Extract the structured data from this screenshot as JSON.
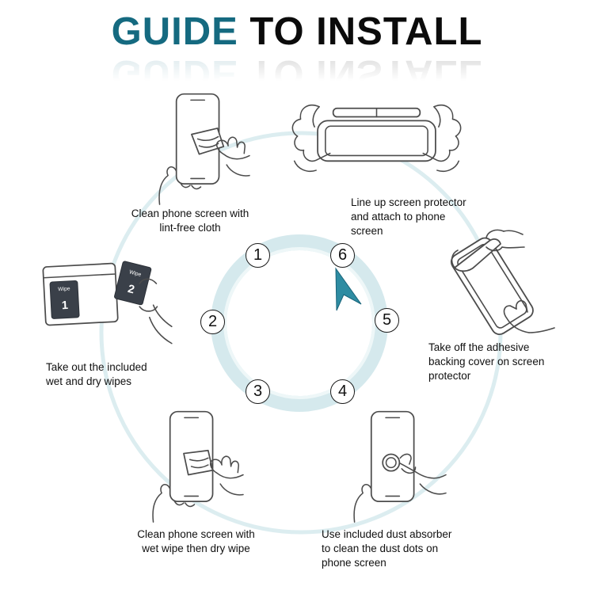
{
  "title": {
    "accent": "GUIDE",
    "rest": " TO INSTALL"
  },
  "colors": {
    "accent_teal": "#156a80",
    "arrow_teal": "#2e8ca2",
    "ring_teal": "#d5e9ed",
    "text": "#101010",
    "packet_dark": "#3a4049"
  },
  "steps": [
    {
      "number": "1",
      "caption": "Clean phone screen with\nlint-free cloth"
    },
    {
      "number": "2",
      "caption": "Take out the included\nwet and dry wipes"
    },
    {
      "number": "3",
      "caption": "Clean phone screen with\nwet wipe then dry wipe"
    },
    {
      "number": "4",
      "caption": "Use included dust absorber\nto clean the dust dots on\nphone screen"
    },
    {
      "number": "5",
      "caption": "Take off the adhesive\nbacking cover on screen\nprotector"
    },
    {
      "number": "6",
      "caption": "Line up screen protector\nand attach to phone\nscreen"
    }
  ],
  "wipes": {
    "label1": "Wipe",
    "num1": "1",
    "label2": "Wipe",
    "num2": "2"
  }
}
